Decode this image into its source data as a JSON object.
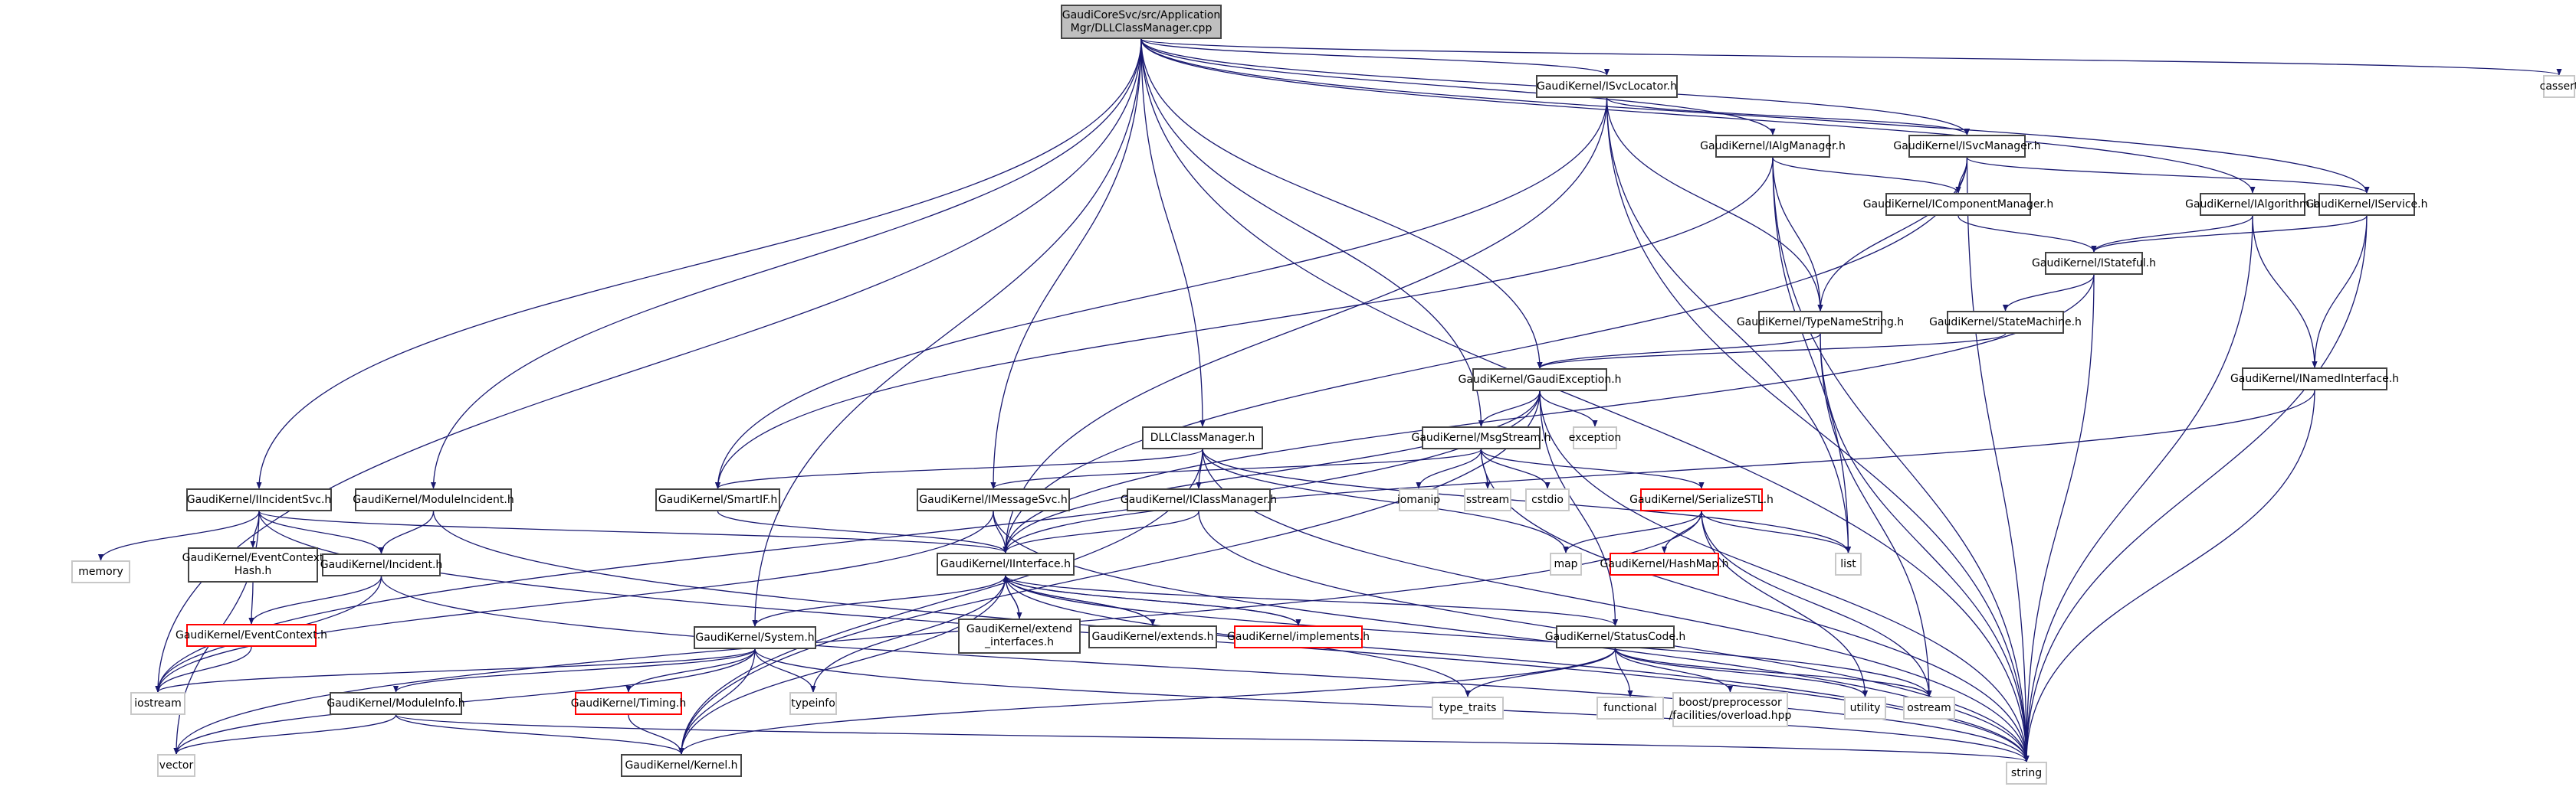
{
  "graph": {
    "title": "GaudiCoreSvc/src/ApplicationMgr/DLLClassManager.cpp include dependency graph",
    "colors": {
      "edge": "#191970",
      "root_fill": "#bfbfbf",
      "node_border": "#444444",
      "external_border": "#c8c8c8",
      "incomplete_border": "#ff0000"
    },
    "nodes": [
      {
        "id": "root",
        "label": "GaudiCoreSvc/src/Application\nMgr/DLLClassManager.cpp",
        "kind": "root"
      },
      {
        "id": "isvclocator",
        "label": "GaudiKernel/ISvcLocator.h",
        "kind": "normal"
      },
      {
        "id": "cassert",
        "label": "cassert",
        "kind": "external"
      },
      {
        "id": "ialgmanager",
        "label": "GaudiKernel/IAlgManager.h",
        "kind": "normal"
      },
      {
        "id": "isvcmanager",
        "label": "GaudiKernel/ISvcManager.h",
        "kind": "normal"
      },
      {
        "id": "icomponentmanager",
        "label": "GaudiKernel/IComponentManager.h",
        "kind": "normal"
      },
      {
        "id": "ialgorithm",
        "label": "GaudiKernel/IAlgorithm.h",
        "kind": "normal"
      },
      {
        "id": "iservice",
        "label": "GaudiKernel/IService.h",
        "kind": "normal"
      },
      {
        "id": "istateful",
        "label": "GaudiKernel/IStateful.h",
        "kind": "normal"
      },
      {
        "id": "typenamestring",
        "label": "GaudiKernel/TypeNameString.h",
        "kind": "normal"
      },
      {
        "id": "statemachine",
        "label": "GaudiKernel/StateMachine.h",
        "kind": "normal"
      },
      {
        "id": "gaudiexception",
        "label": "GaudiKernel/GaudiException.h",
        "kind": "normal"
      },
      {
        "id": "inamedinterface",
        "label": "GaudiKernel/INamedInterface.h",
        "kind": "normal"
      },
      {
        "id": "dllclassmanager",
        "label": "DLLClassManager.h",
        "kind": "normal"
      },
      {
        "id": "msgstream",
        "label": "GaudiKernel/MsgStream.h",
        "kind": "normal"
      },
      {
        "id": "exception",
        "label": "exception",
        "kind": "external"
      },
      {
        "id": "iincidentsvc",
        "label": "GaudiKernel/IIncidentSvc.h",
        "kind": "normal"
      },
      {
        "id": "moduleincident",
        "label": "GaudiKernel/ModuleIncident.h",
        "kind": "normal"
      },
      {
        "id": "smartif",
        "label": "GaudiKernel/SmartIF.h",
        "kind": "normal"
      },
      {
        "id": "imessagesvc",
        "label": "GaudiKernel/IMessageSvc.h",
        "kind": "normal"
      },
      {
        "id": "iclassmanager",
        "label": "GaudiKernel/IClassManager.h",
        "kind": "normal"
      },
      {
        "id": "iomanip",
        "label": "iomanip",
        "kind": "external"
      },
      {
        "id": "sstream",
        "label": "sstream",
        "kind": "external"
      },
      {
        "id": "cstdio",
        "label": "cstdio",
        "kind": "external"
      },
      {
        "id": "serializestl",
        "label": "GaudiKernel/SerializeSTL.h",
        "kind": "incomplete"
      },
      {
        "id": "memory",
        "label": "memory",
        "kind": "external"
      },
      {
        "id": "eventcontexthash",
        "label": "GaudiKernel/EventContext\nHash.h",
        "kind": "normal"
      },
      {
        "id": "incident",
        "label": "GaudiKernel/Incident.h",
        "kind": "normal"
      },
      {
        "id": "iinterface",
        "label": "GaudiKernel/IInterface.h",
        "kind": "normal"
      },
      {
        "id": "map",
        "label": "map",
        "kind": "external"
      },
      {
        "id": "hashmap",
        "label": "GaudiKernel/HashMap.h",
        "kind": "incomplete"
      },
      {
        "id": "list",
        "label": "list",
        "kind": "external"
      },
      {
        "id": "eventcontext",
        "label": "GaudiKernel/EventContext.h",
        "kind": "incomplete"
      },
      {
        "id": "system",
        "label": "GaudiKernel/System.h",
        "kind": "normal"
      },
      {
        "id": "extendinterfaces",
        "label": "GaudiKernel/extend\n_interfaces.h",
        "kind": "normal"
      },
      {
        "id": "extends",
        "label": "GaudiKernel/extends.h",
        "kind": "normal"
      },
      {
        "id": "implements",
        "label": "GaudiKernel/implements.h",
        "kind": "incomplete"
      },
      {
        "id": "statuscode",
        "label": "GaudiKernel/StatusCode.h",
        "kind": "normal"
      },
      {
        "id": "iostream",
        "label": "iostream",
        "kind": "external"
      },
      {
        "id": "moduleinfo",
        "label": "GaudiKernel/ModuleInfo.h",
        "kind": "normal"
      },
      {
        "id": "timing",
        "label": "GaudiKernel/Timing.h",
        "kind": "incomplete"
      },
      {
        "id": "typeinfo",
        "label": "typeinfo",
        "kind": "external"
      },
      {
        "id": "type_traits",
        "label": "type_traits",
        "kind": "external"
      },
      {
        "id": "functional",
        "label": "functional",
        "kind": "external"
      },
      {
        "id": "boostoverload",
        "label": "boost/preprocessor\n/facilities/overload.hpp",
        "kind": "external"
      },
      {
        "id": "utility",
        "label": "utility",
        "kind": "external"
      },
      {
        "id": "ostream",
        "label": "ostream",
        "kind": "external"
      },
      {
        "id": "vector",
        "label": "vector",
        "kind": "external"
      },
      {
        "id": "kernel",
        "label": "GaudiKernel/Kernel.h",
        "kind": "normal"
      },
      {
        "id": "string",
        "label": "string",
        "kind": "external"
      }
    ],
    "edges": [
      [
        "root",
        "isvclocator"
      ],
      [
        "root",
        "cassert"
      ],
      [
        "root",
        "ialgmanager"
      ],
      [
        "root",
        "isvcmanager"
      ],
      [
        "root",
        "ialgorithm"
      ],
      [
        "root",
        "iservice"
      ],
      [
        "root",
        "gaudiexception"
      ],
      [
        "root",
        "dllclassmanager"
      ],
      [
        "root",
        "msgstream"
      ],
      [
        "root",
        "iincidentsvc"
      ],
      [
        "root",
        "moduleincident"
      ],
      [
        "root",
        "imessagesvc"
      ],
      [
        "root",
        "system"
      ],
      [
        "root",
        "iostream"
      ],
      [
        "root",
        "string"
      ],
      [
        "isvclocator",
        "isvcmanager"
      ],
      [
        "isvclocator",
        "smartif"
      ],
      [
        "isvclocator",
        "typenamestring"
      ],
      [
        "isvclocator",
        "list"
      ],
      [
        "isvclocator",
        "string"
      ],
      [
        "isvclocator",
        "iinterface"
      ],
      [
        "ialgmanager",
        "icomponentmanager"
      ],
      [
        "ialgmanager",
        "smartif"
      ],
      [
        "ialgmanager",
        "typenamestring"
      ],
      [
        "ialgmanager",
        "list"
      ],
      [
        "ialgmanager",
        "string"
      ],
      [
        "isvcmanager",
        "icomponentmanager"
      ],
      [
        "isvcmanager",
        "iservice"
      ],
      [
        "isvcmanager",
        "typenamestring"
      ],
      [
        "isvcmanager",
        "string"
      ],
      [
        "isvcmanager",
        "iinterface"
      ],
      [
        "icomponentmanager",
        "istateful"
      ],
      [
        "ialgorithm",
        "istateful"
      ],
      [
        "ialgorithm",
        "inamedinterface"
      ],
      [
        "ialgorithm",
        "string"
      ],
      [
        "iservice",
        "istateful"
      ],
      [
        "iservice",
        "inamedinterface"
      ],
      [
        "iservice",
        "string"
      ],
      [
        "istateful",
        "statemachine"
      ],
      [
        "istateful",
        "iinterface"
      ],
      [
        "istateful",
        "string"
      ],
      [
        "typenamestring",
        "gaudiexception"
      ],
      [
        "typenamestring",
        "string"
      ],
      [
        "typenamestring",
        "ostream"
      ],
      [
        "statemachine",
        "gaudiexception"
      ],
      [
        "gaudiexception",
        "msgstream"
      ],
      [
        "gaudiexception",
        "exception"
      ],
      [
        "gaudiexception",
        "iinterface"
      ],
      [
        "gaudiexception",
        "statuscode"
      ],
      [
        "gaudiexception",
        "string"
      ],
      [
        "gaudiexception",
        "kernel"
      ],
      [
        "gaudiexception",
        "iostream"
      ],
      [
        "inamedinterface",
        "iinterface"
      ],
      [
        "inamedinterface",
        "string"
      ],
      [
        "dllclassmanager",
        "iclassmanager"
      ],
      [
        "dllclassmanager",
        "smartif"
      ],
      [
        "dllclassmanager",
        "list"
      ],
      [
        "dllclassmanager",
        "map"
      ],
      [
        "dllclassmanager",
        "string"
      ],
      [
        "dllclassmanager",
        "kernel"
      ],
      [
        "msgstream",
        "imessagesvc"
      ],
      [
        "msgstream",
        "iomanip"
      ],
      [
        "msgstream",
        "sstream"
      ],
      [
        "msgstream",
        "cstdio"
      ],
      [
        "msgstream",
        "serializestl"
      ],
      [
        "msgstream",
        "string"
      ],
      [
        "iincidentsvc",
        "memory"
      ],
      [
        "iincidentsvc",
        "eventcontexthash"
      ],
      [
        "iincidentsvc",
        "incident"
      ],
      [
        "iincidentsvc",
        "iinterface"
      ],
      [
        "iincidentsvc",
        "vector"
      ],
      [
        "iincidentsvc",
        "string"
      ],
      [
        "moduleincident",
        "incident"
      ],
      [
        "moduleincident",
        "string"
      ],
      [
        "smartif",
        "iinterface"
      ],
      [
        "imessagesvc",
        "iinterface"
      ],
      [
        "imessagesvc",
        "string"
      ],
      [
        "imessagesvc",
        "iostream"
      ],
      [
        "iclassmanager",
        "iinterface"
      ],
      [
        "iclassmanager",
        "string"
      ],
      [
        "serializestl",
        "map"
      ],
      [
        "serializestl",
        "hashmap"
      ],
      [
        "serializestl",
        "list"
      ],
      [
        "serializestl",
        "utility"
      ],
      [
        "serializestl",
        "ostream"
      ],
      [
        "serializestl",
        "vector"
      ],
      [
        "eventcontexthash",
        "eventcontext"
      ],
      [
        "incident",
        "eventcontext"
      ],
      [
        "incident",
        "string"
      ],
      [
        "incident",
        "iostream"
      ],
      [
        "eventcontext",
        "iostream"
      ],
      [
        "iinterface",
        "system"
      ],
      [
        "iinterface",
        "extendinterfaces"
      ],
      [
        "iinterface",
        "extends"
      ],
      [
        "iinterface",
        "implements"
      ],
      [
        "iinterface",
        "statuscode"
      ],
      [
        "iinterface",
        "typeinfo"
      ],
      [
        "iinterface",
        "type_traits"
      ],
      [
        "iinterface",
        "kernel"
      ],
      [
        "iinterface",
        "ostream"
      ],
      [
        "extendinterfaces",
        "iinterface"
      ],
      [
        "extends",
        "iinterface"
      ],
      [
        "implements",
        "iinterface"
      ],
      [
        "system",
        "moduleinfo"
      ],
      [
        "system",
        "timing"
      ],
      [
        "system",
        "typeinfo"
      ],
      [
        "system",
        "kernel"
      ],
      [
        "system",
        "string"
      ],
      [
        "system",
        "vector"
      ],
      [
        "system",
        "iostream"
      ],
      [
        "statuscode",
        "type_traits"
      ],
      [
        "statuscode",
        "functional"
      ],
      [
        "statuscode",
        "boostoverload"
      ],
      [
        "statuscode",
        "utility"
      ],
      [
        "statuscode",
        "ostream"
      ],
      [
        "statuscode",
        "kernel"
      ],
      [
        "moduleinfo",
        "vector"
      ],
      [
        "moduleinfo",
        "kernel"
      ],
      [
        "moduleinfo",
        "string"
      ],
      [
        "timing",
        "kernel"
      ]
    ]
  }
}
